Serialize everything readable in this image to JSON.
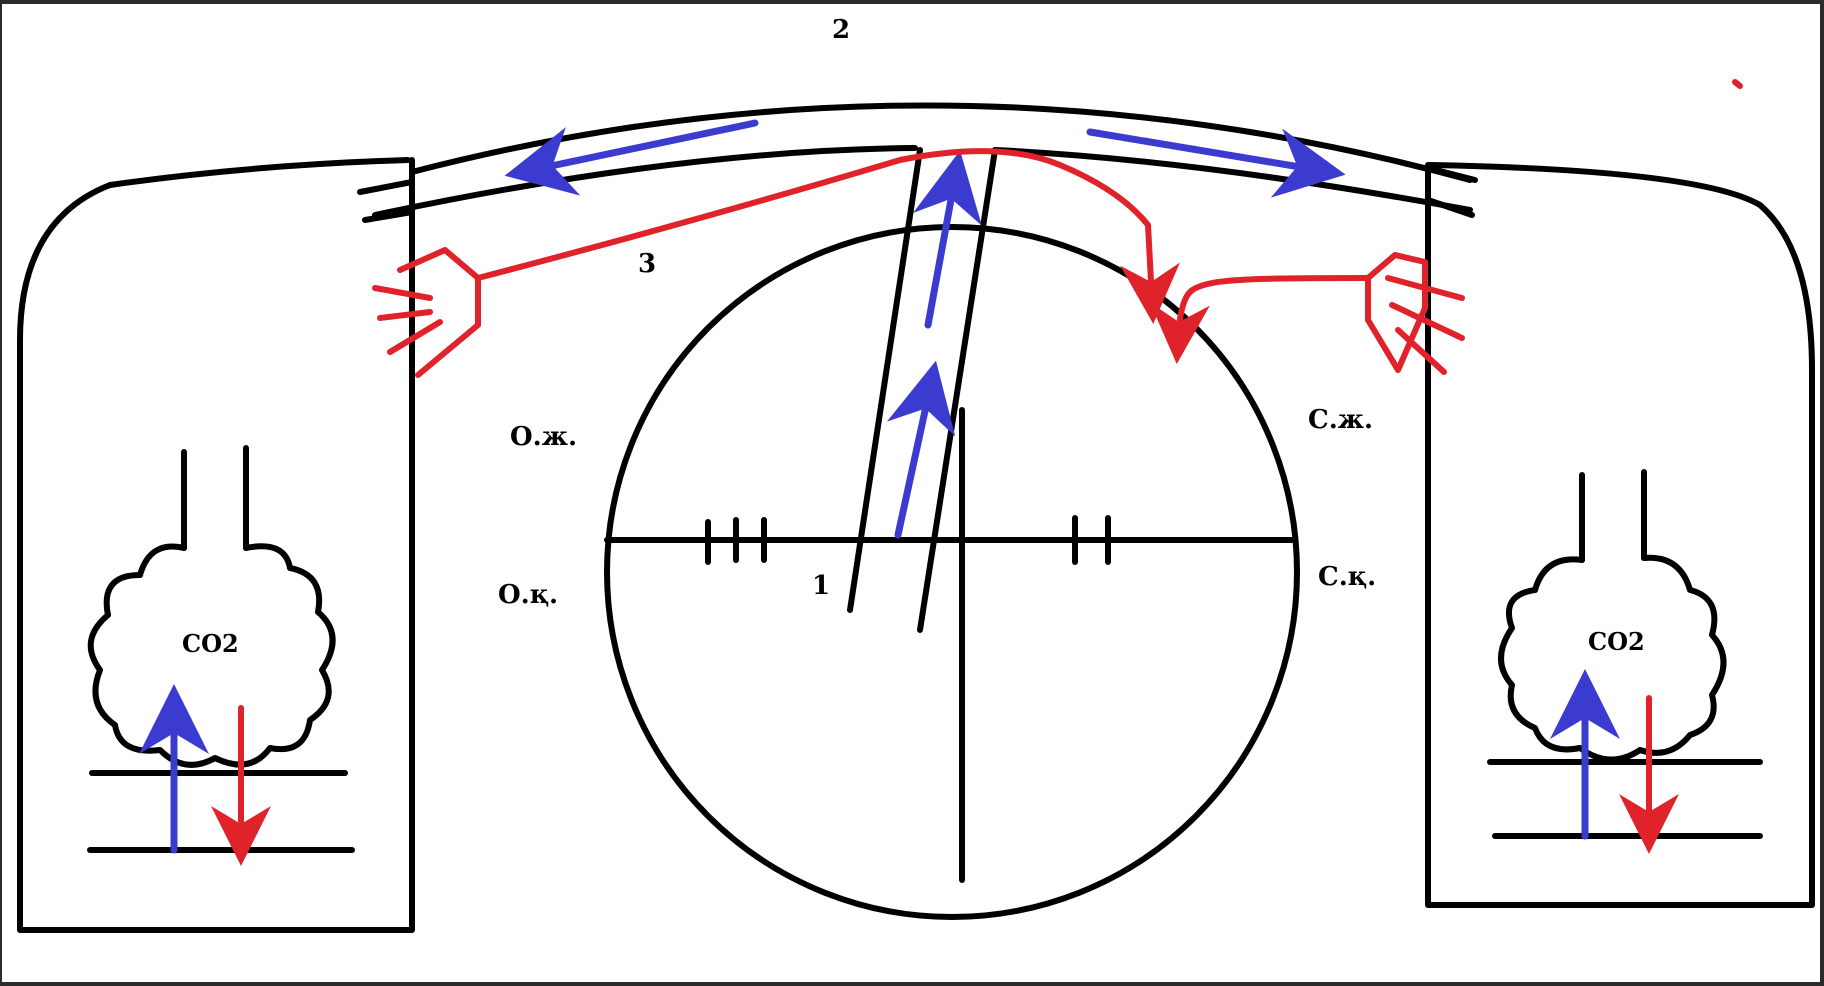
{
  "diagram": {
    "labels": {
      "north_wall": "2",
      "shaft": "1",
      "warm_stream": "3",
      "west_warm": "О.ж.",
      "west_cold": "О.қ.",
      "east_warm": "С.ж.",
      "east_cold": "С.қ.",
      "left_cloud": "CO2",
      "right_cloud": "CO2"
    },
    "colors": {
      "ink": "#000000",
      "warm_arrow": "#e0232b",
      "cold_arrow": "#3b3bd0",
      "frame": "#2b2b2b"
    }
  }
}
